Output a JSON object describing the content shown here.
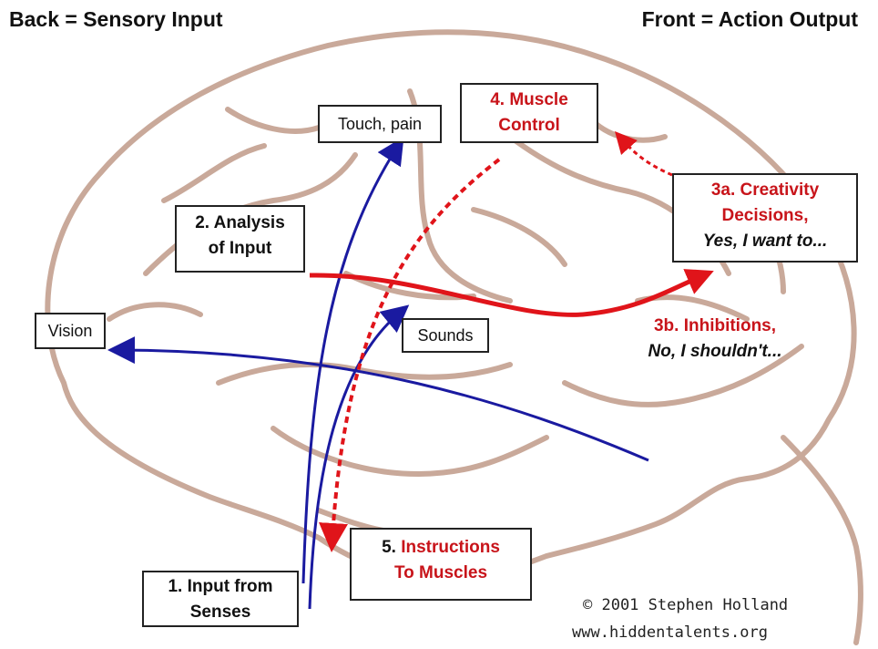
{
  "header": {
    "left": "Back = Sensory Input",
    "right": "Front = Action Output"
  },
  "labels": {
    "touch": "Touch, pain",
    "muscle_control": {
      "num": "4.",
      "text_line1": "Muscle",
      "text_line2": "Control"
    },
    "creativity": {
      "line1": "3a. Creativity",
      "line2": "Decisions,",
      "line3": "Yes, I want to..."
    },
    "analysis": {
      "line1": "2. Analysis",
      "line2": "of Input"
    },
    "vision": "Vision",
    "sounds": "Sounds",
    "inhibitions": {
      "line1": "3b. Inhibitions,",
      "line2": "No, I shouldn't..."
    },
    "instructions": {
      "num": "5.",
      "line1": "Instructions",
      "line2": "To Muscles"
    },
    "input": {
      "line1": "1. Input from",
      "line2": "Senses"
    }
  },
  "credits": {
    "copyright": "© 2001 Stephen Holland",
    "website": "www.hiddentalents.org"
  },
  "colors": {
    "sensory_arrow": "#1a1aa0",
    "action_arrow": "#e0141a",
    "brain_outline": "#c9a99a",
    "text_red": "#c8141a"
  }
}
